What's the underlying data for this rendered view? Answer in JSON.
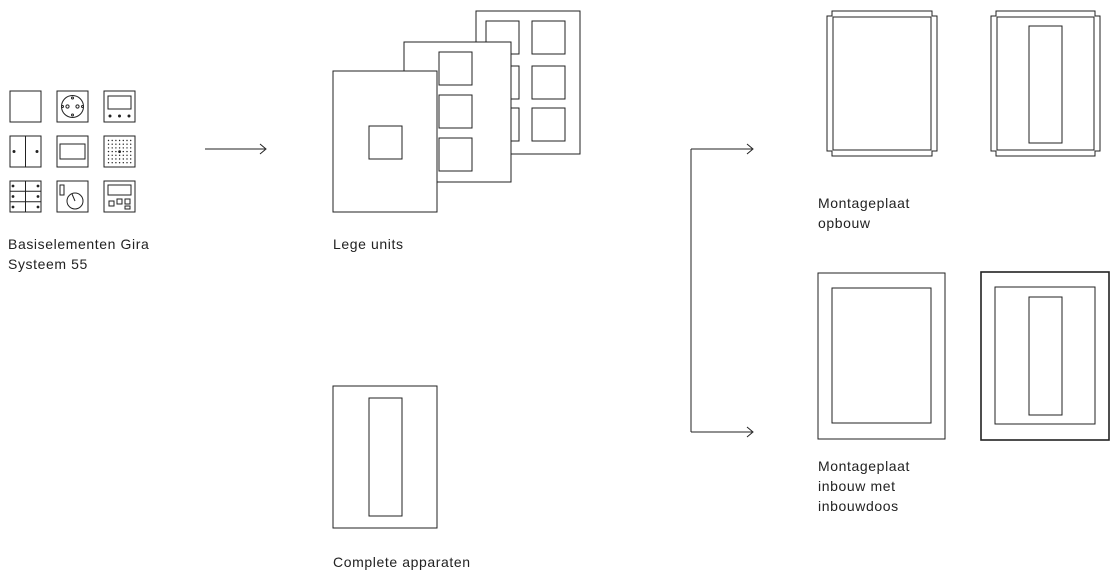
{
  "labels": {
    "basis_line1": "Basiselementen Gira",
    "basis_line2": "Systeem 55",
    "lege_units": "Lege units",
    "complete_apparaten": "Complete apparaten",
    "opbouw_line1": "Montageplaat",
    "opbouw_line2": "opbouw",
    "inbouw_line1": "Montageplaat",
    "inbouw_line2": "inbouw met",
    "inbouw_line3": "inbouwdoos"
  },
  "colors": {
    "line": "#222222",
    "background": "#ffffff"
  },
  "icons": [
    "blank-insert-icon",
    "socket-outlet-icon",
    "display-panel-icon",
    "push-button-icon",
    "rocker-switch-icon",
    "speaker-grille-icon",
    "multi-button-icon",
    "dimmer-knob-icon",
    "thermostat-display-icon"
  ]
}
